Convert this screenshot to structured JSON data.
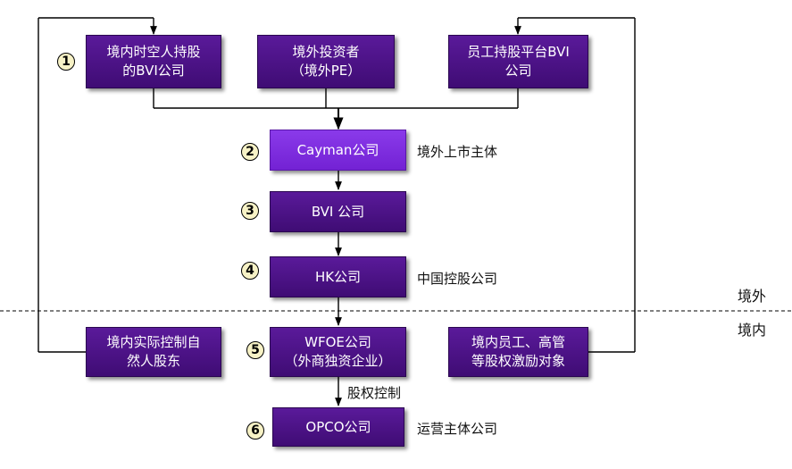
{
  "boxes": {
    "domestic_bvi": "境内时空人持股\n的BVI公司",
    "foreign_investor": "境外投资者\n（境外PE）",
    "esop_bvi": "员工持股平台BVI\n公司",
    "cayman": "Cayman公司",
    "bvi": "BVI 公司",
    "hk": "HK公司",
    "domestic_shareholders": "境内实际控制自\n然人股东",
    "wfoe": "WFOE公司\n（外商独资企业）",
    "domestic_employees": "境内员工、高管\n等股权激励对象",
    "opco": "OPCO公司"
  },
  "numbers": {
    "n1": "1",
    "n2": "2",
    "n3": "3",
    "n4": "4",
    "n5": "5",
    "n6": "6"
  },
  "labels": {
    "cayman_desc": "境外上市主体",
    "hk_desc": "中国控股公司",
    "control": "股权控制",
    "opco_desc": "运营主体公司",
    "offshore": "境外",
    "onshore": "境内"
  }
}
